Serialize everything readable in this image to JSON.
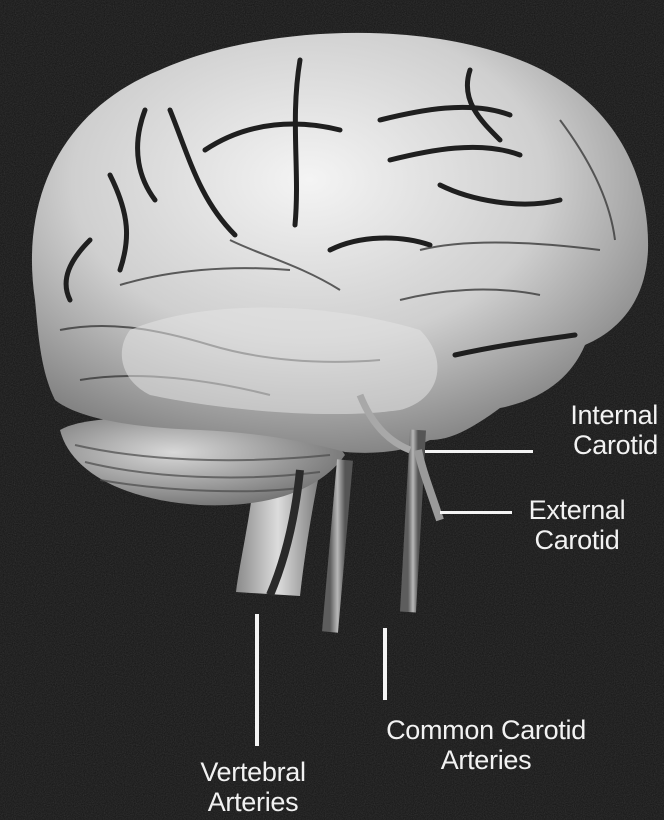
{
  "labels": {
    "internal_carotid": [
      "Internal",
      "Carotid"
    ],
    "external_carotid": [
      "External",
      "Carotid"
    ],
    "common_carotid": [
      "Common Carotid",
      "Arteries"
    ],
    "vertebral": [
      "Vertebral",
      "Arteries"
    ]
  },
  "colors": {
    "background": "#111111",
    "label_text": "#f2f2f2",
    "leader_line": "#f4f4f4"
  }
}
